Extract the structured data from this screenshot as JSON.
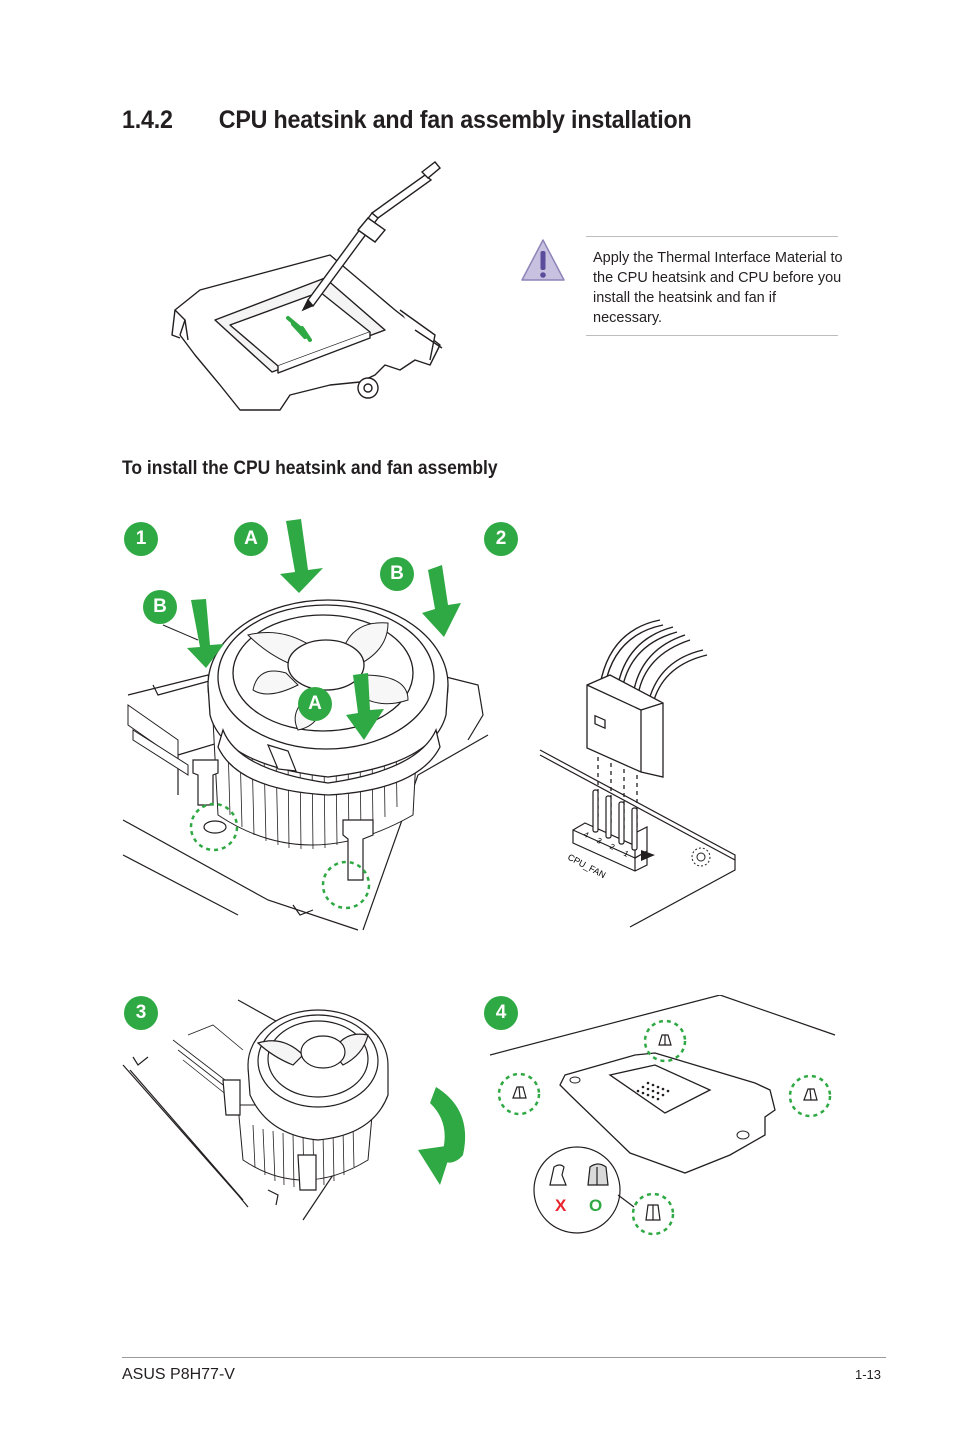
{
  "section": {
    "number": "1.4.2",
    "title": "CPU heatsink and fan assembly installation"
  },
  "note": {
    "icon": "warning-icon",
    "text": "Apply the Thermal Interface Material to the CPU heatsink and CPU before you install the heatsink and fan if necessary."
  },
  "subheading": "To install the CPU heatsink and fan assembly",
  "steps": [
    "1",
    "2",
    "3",
    "4"
  ],
  "callouts": {
    "a": "A",
    "b": "B"
  },
  "connector": {
    "label": "CPU_FAN",
    "pins": [
      "4",
      "3",
      "2",
      "1"
    ]
  },
  "push_pin_check": {
    "wrong": "X",
    "right": "O"
  },
  "colors": {
    "accent_green": "#2fa943",
    "wrong_red": "#e8232b"
  },
  "footer": {
    "model": "ASUS P8H77-V",
    "page": "1-13"
  }
}
